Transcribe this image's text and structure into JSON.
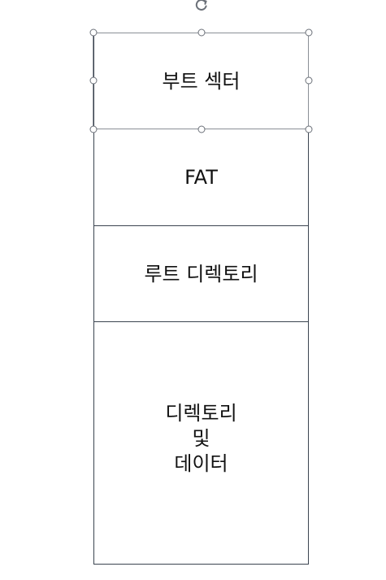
{
  "diagram": {
    "blocks": [
      {
        "label": "부트 섹터"
      },
      {
        "label": "FAT"
      },
      {
        "label": "루트 디렉토리"
      },
      {
        "label": "디렉토리\n및\n데이터"
      }
    ],
    "selected_block": "부트 섹터",
    "colors": {
      "border": "#3b4450",
      "text": "#111111",
      "selection_handle": "#6b7078"
    }
  }
}
